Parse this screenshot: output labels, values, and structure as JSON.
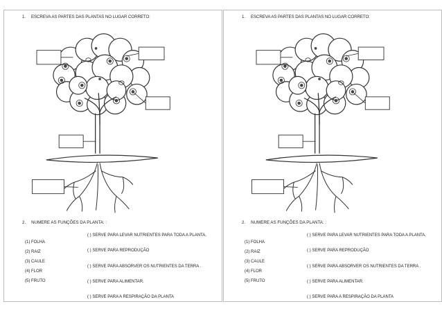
{
  "worksheet": {
    "question1": {
      "number": "1.",
      "text": "ESCREVA AS PARTES DAS PLANTAS NO LUGAR CORRETO:"
    },
    "question2": {
      "number": "2.",
      "text": "NUMERE AS FUNÇÕES DA PLANTA: :"
    },
    "parts": [
      "(1) FOLHA",
      "(2) RAIZ",
      "(3) CAULE",
      "(4) FLOR",
      "(5) FRUTO"
    ],
    "functions": [
      "(   ) SERVE PARA LEVAR NUTRIENTES PARA TODA A PLANTA,",
      "(   ) SERVE PARA REPRODUÇÃO",
      "(   ) SERVE PARA ABSORVER OS NUTRIENTES DA TERRA .",
      "(   ) SERVE PARA ALIMENTAR.",
      "(   )  SERVE PARA A RESPIRAÇÃO DA PLANTA"
    ]
  }
}
